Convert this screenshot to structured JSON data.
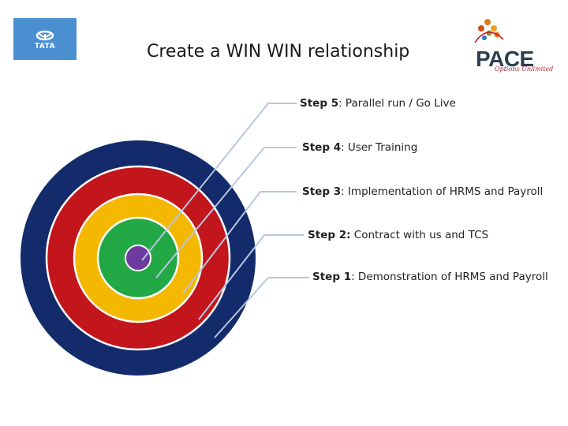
{
  "header": {
    "title": "Create a WIN WIN relationship"
  },
  "logos": {
    "left": {
      "name": "tata-logo",
      "text": "TATA"
    },
    "right": {
      "name": "pace-logo",
      "text": "PACE",
      "tagline": "Options Unlimited"
    }
  },
  "colors": {
    "navy": "#132b6b",
    "red": "#c3151c",
    "yellow": "#f5b800",
    "green": "#22a845",
    "purple": "#6d3aa0",
    "connector": "#b8c6e0",
    "tata_blue": "#4a8fd0"
  },
  "steps": [
    {
      "key": "Step 5",
      "text": ": Parallel run / Go Live"
    },
    {
      "key": "Step 4",
      "text": ": User Training"
    },
    {
      "key": "Step 3",
      "text": ": Implementation of HRMS  and Payroll"
    },
    {
      "key": "Step 2:",
      "text": " Contract with us and TCS"
    },
    {
      "key": "Step 1",
      "text": ": Demonstration of HRMS and Payroll"
    }
  ]
}
